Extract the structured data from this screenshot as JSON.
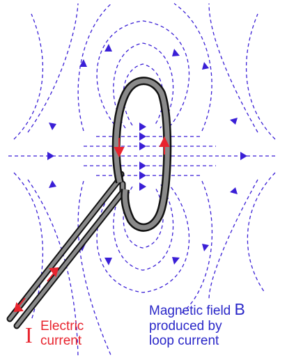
{
  "labels": {
    "current_symbol": "I",
    "current_line1": "Electric",
    "current_line2": "current",
    "field_line1": "Magnetic field",
    "field_symbol": "B",
    "field_line2": "produced by",
    "field_line3": "loop current"
  },
  "colors": {
    "field_lines": "#3a1fd6",
    "current": "#e8242e",
    "wire_fill": "#8a8a8a",
    "wire_outline": "#111111",
    "field_text": "#2a27c8"
  }
}
